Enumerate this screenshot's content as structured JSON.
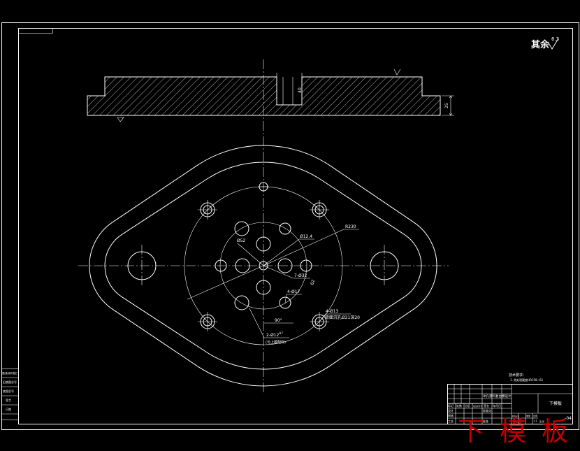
{
  "corner_note": {
    "label": "其余",
    "roughness": "6.3"
  },
  "section_view": {
    "slot_depth_dim": "40",
    "thickness_dim": "25"
  },
  "plan_view": {
    "radius_dim": "R230",
    "hole_dim_12_4": "Ø12.4",
    "circle_dim_52": "Ø52",
    "hole_group_7": "7-Ø32",
    "hole_group_4_d17": "4-Ø17",
    "dim_62": "62",
    "hole_group_4_d13": "4-Ø13",
    "counterbore_note": "背面沉孔Ø21深20",
    "angle_dim": "90°",
    "dowel_holes": "2-Ø12",
    "dowel_fit": "H7",
    "dowel_note": "(与上模配作)"
  },
  "tech_requirements": {
    "heading": "技术要求：",
    "items": [
      "1. 热处理硬度HRC58~62"
    ]
  },
  "title_block": {
    "project": "冲孔落料复合模设计",
    "part_name": "下模板",
    "drawing_no": "-04",
    "header": [
      "标记",
      "处数",
      "分区",
      "更改文件号",
      "签名",
      "年月日"
    ],
    "design": "设计",
    "standardization": "标准化",
    "review": "审核",
    "process": "工艺",
    "approve": "批准",
    "stage_mark": "阶段标记",
    "weight": "重量",
    "scale_label": "比例",
    "scale": "1:1",
    "sheets_total": "共 张",
    "sheet_no": "第 张"
  },
  "left_strip": [
    "借(通)用件登记",
    "旧底图总号",
    "底图总号",
    "签字",
    "日期"
  ],
  "watermark_title": "下 模 板",
  "colors": {
    "background": "#000000",
    "line": "#ffffff",
    "title_red": "#c00000"
  }
}
